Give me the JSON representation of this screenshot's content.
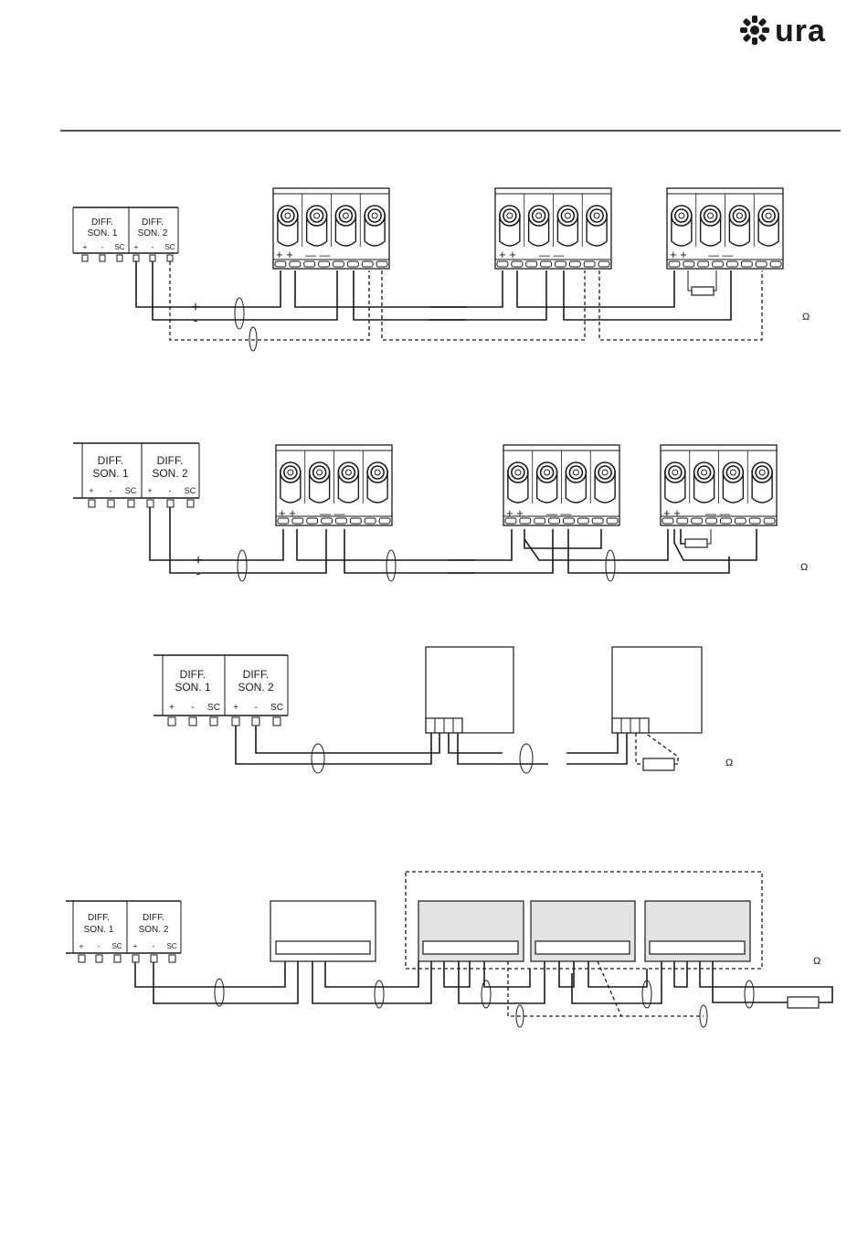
{
  "brand": {
    "logo_text": "ura",
    "accent": "#1a1a1a"
  },
  "diagrams": [
    {
      "strip": {
        "top": [
          "DIFF.",
          "DIFF."
        ],
        "bottom": [
          "SON. 1",
          "SON. 2"
        ],
        "pins": [
          "+",
          "-",
          "SC",
          "+",
          "-",
          "SC"
        ]
      },
      "wire_plus": "+",
      "wire_minus": "-",
      "terminal_plus": "+ +",
      "terminal_minus": "— —",
      "ohm": "Ω"
    },
    {
      "strip": {
        "top": [
          "DIFF.",
          "DIFF."
        ],
        "bottom": [
          "SON. 1",
          "SON. 2"
        ],
        "pins": [
          "+",
          "-",
          "SC",
          "+",
          "-",
          "SC"
        ]
      },
      "wire_plus": "+",
      "wire_minus": "-",
      "terminal_plus": "+ +",
      "terminal_minus": "— —",
      "ohm": "Ω"
    },
    {
      "strip": {
        "top": [
          "DIFF.",
          "DIFF."
        ],
        "bottom": [
          "SON. 1",
          "SON. 2"
        ],
        "pins": [
          "+",
          "-",
          "SC",
          "+",
          "-",
          "SC"
        ]
      },
      "ohm": "Ω"
    },
    {
      "strip": {
        "top": [
          "DIFF.",
          "DIFF."
        ],
        "bottom": [
          "SON. 1",
          "SON. 2"
        ],
        "pins": [
          "+",
          "-",
          "SC",
          "+",
          "-",
          "SC"
        ]
      },
      "ohm": "Ω"
    }
  ]
}
